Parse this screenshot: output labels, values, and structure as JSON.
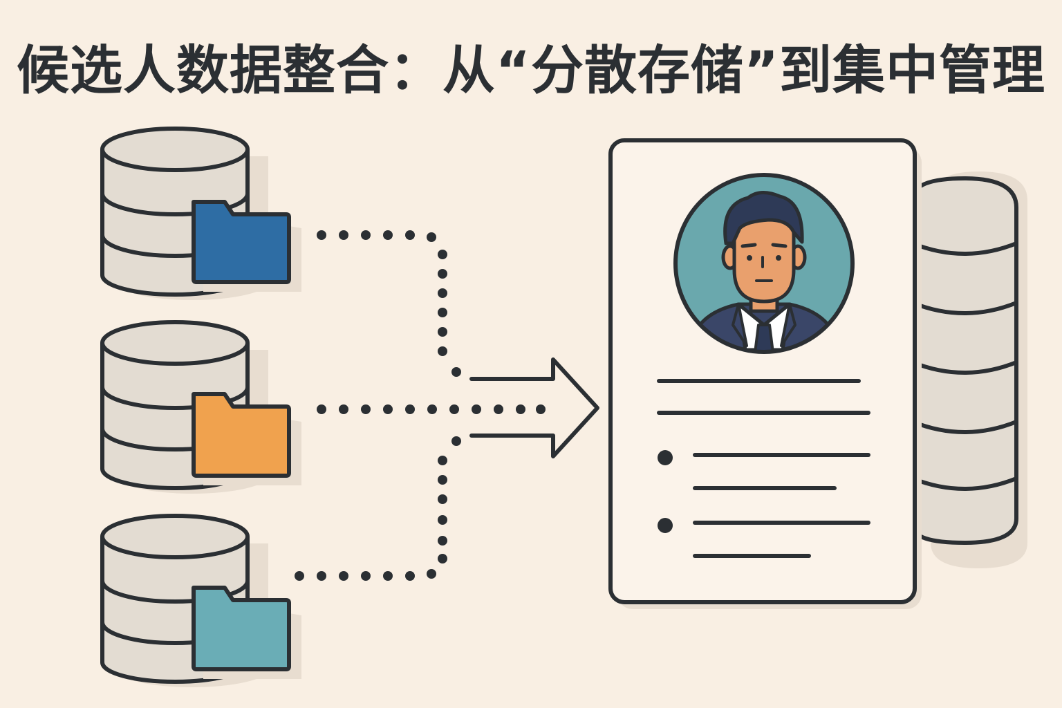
{
  "title": "候选人数据整合：从“分散存储”到集中管理",
  "colors": {
    "background": "#f9efe3",
    "outline": "#2b2f33",
    "database_fill": "#e3dcd2",
    "shadow": "#e8ddd0",
    "folder_blue": "#2e6da4",
    "folder_orange": "#f0a24e",
    "folder_teal": "#6aadb6",
    "avatar_bg": "#6aa8ad",
    "skin": "#e9a06d",
    "hair": "#2e3a57",
    "suit": "#3a4668",
    "card": "#fbf3ea"
  },
  "sources": [
    {
      "name": "source-database-1",
      "folder_color": "folder_blue"
    },
    {
      "name": "source-database-2",
      "folder_color": "folder_orange"
    },
    {
      "name": "source-database-3",
      "folder_color": "folder_teal"
    }
  ],
  "profile_card": {
    "icon": "person-avatar-icon",
    "text_lines": 2,
    "bullet_items": 2
  },
  "target": {
    "icon": "central-database-icon"
  }
}
